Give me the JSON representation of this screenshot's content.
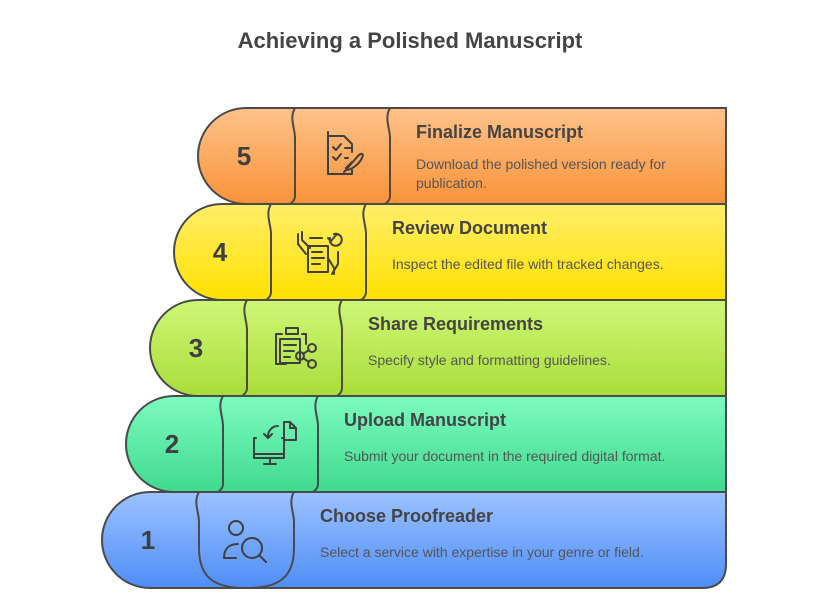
{
  "title": "Achieving a Polished Manuscript",
  "steps": [
    {
      "number": "1",
      "heading": "Choose Proofreader",
      "description": [
        "Select a service with expertise in your genre or field."
      ],
      "icon": "person-search-icon",
      "color_top": "#9cc2ff",
      "color_bottom": "#4f8ef7"
    },
    {
      "number": "2",
      "heading": "Upload Manuscript",
      "description": [
        "Submit your document in the required digital format."
      ],
      "icon": "upload-to-computer-icon",
      "color_top": "#7dfbc0",
      "color_bottom": "#40d98e"
    },
    {
      "number": "3",
      "heading": "Share Requirements",
      "description": [
        "Specify style and formatting guidelines."
      ],
      "icon": "clipboard-share-icon",
      "color_top": "#cff776",
      "color_bottom": "#a9dd3a"
    },
    {
      "number": "4",
      "heading": "Review Document",
      "description": [
        "Inspect the edited file with tracked changes."
      ],
      "icon": "document-review-icon",
      "color_top": "#ffee6a",
      "color_bottom": "#ffe100"
    },
    {
      "number": "5",
      "heading": "Finalize Manuscript",
      "description": [
        "Download the polished version ready for",
        "publication."
      ],
      "icon": "checklist-quill-icon",
      "color_top": "#ffc28a",
      "color_bottom": "#f79339"
    }
  ]
}
